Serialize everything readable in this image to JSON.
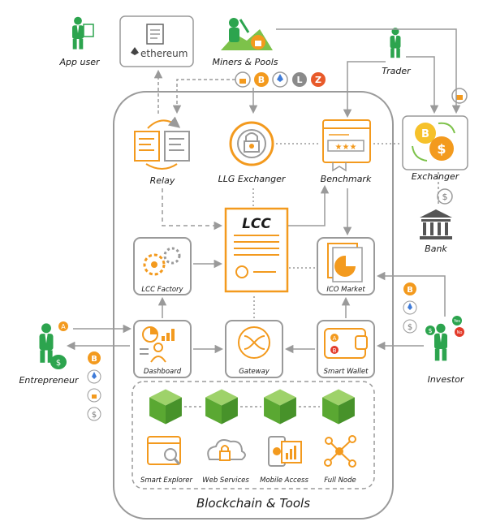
{
  "colors": {
    "orange": "#f39a1e",
    "green": "#34a853",
    "bar_green": "#6cbb3c",
    "gray": "#9a9a9a",
    "dark": "#1b1b1b"
  },
  "actors": {
    "app_user": "App user",
    "miners": "Miners & Pools",
    "trader": "Trader",
    "entrepreneur": "Entrepreneur",
    "investor": "Investor",
    "exchanger": "Exchanger",
    "bank": "Bank"
  },
  "ethereum": {
    "label": "ethereum"
  },
  "components": {
    "relay": "Relay",
    "llg_exchanger": "LLG Exchanger",
    "benchmark": "Benchmark",
    "lcc": "LCC",
    "lcc_factory": "LCC Factory",
    "ico_market": "ICO Market",
    "dashboard": "Dashboard",
    "gateway": "Gateway",
    "smart_wallet": "Smart Wallet"
  },
  "tools": {
    "items": [
      "Smart Explorer",
      "Web Services",
      "Mobile Access",
      "Full Node"
    ],
    "title": "Blockchain & Tools"
  },
  "badges": {
    "investor_yes": "Yes",
    "investor_no": "No",
    "a": "A",
    "b": "B"
  },
  "icons": [
    "lock-coin-icon",
    "bitcoin-icon",
    "ethereum-icon",
    "litecoin-icon",
    "zcash-icon",
    "dollar-coin-icon",
    "bank-icon",
    "person-icon",
    "miner-icon",
    "blockchain-cube-icon"
  ]
}
